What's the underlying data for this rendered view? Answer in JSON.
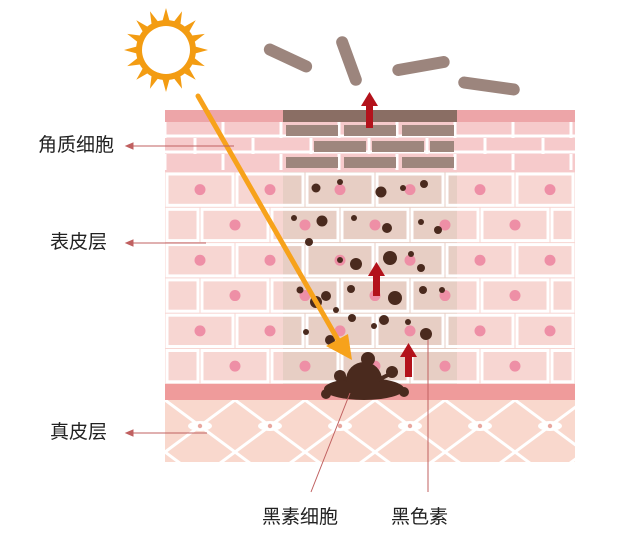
{
  "labels": {
    "keratinocyte": "角质细胞",
    "epidermis": "表皮层",
    "dermis": "真皮层",
    "melanocyte": "黑素细胞",
    "melanin": "黑色素"
  },
  "colors": {
    "sun": "#F6A623",
    "sun_ray": "#F39C12",
    "uv_arrow": "#F7A21B",
    "up_arrow": "#B3121B",
    "melanin": "#4A2A1E",
    "skin_cell": "#F7D6D2",
    "cell_nucleus": "#EE8FA6",
    "brick_dark": "#A58D84",
    "dermis_pink": "#F9D7CC",
    "line": "#B85B5B"
  }
}
